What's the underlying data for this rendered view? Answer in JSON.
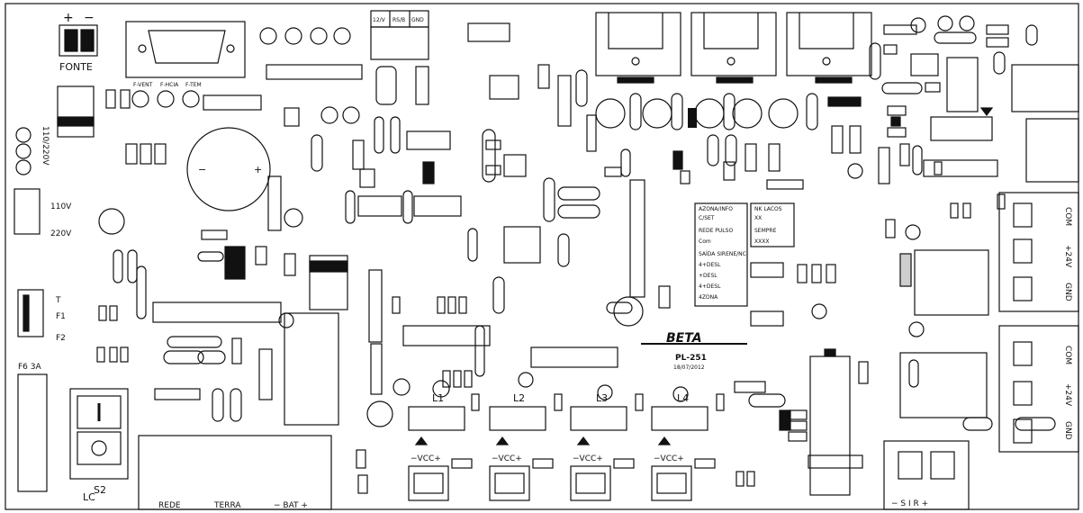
{
  "labels": {
    "fonte": "FONTE",
    "plus": "+",
    "minus": "−",
    "v110_220": "110/220V",
    "v110": "110V",
    "v220": "220V",
    "t": "T",
    "f1": "F1",
    "f2": "F2",
    "f6_3a": "F6  3A",
    "s2": "S2",
    "lc": "LC",
    "rede": "REDE",
    "terra": "TERRA",
    "bat": "−  BAT +",
    "sir": "−  S I R  +",
    "l1": "L1",
    "l2": "L2",
    "l3": "L3",
    "l4": "L4",
    "vcc": "−VCC+",
    "com_top": "COM",
    "v24_top": "+24V",
    "gnd_top": "GND",
    "com_bot": "COM",
    "v24_bot": "+24V",
    "gnd_bot": "GND",
    "model": "PL-251",
    "date": "18/07/2012",
    "brand": "BETA",
    "f_vent": "F-VENT",
    "f_hcia": "F-HCIA",
    "f_tem": "F-TEM",
    "conn_12v": "12/V",
    "conn_rs": "RS/B",
    "conn_gnd": "GND"
  },
  "jumper_block": {
    "rows": [
      "AZONA/INFO",
      "C/SET",
      "REDE PULSO",
      "Com",
      "SAÍDA SIRENE/NC",
      "4+DESL",
      "+DESL",
      "4+DESL",
      "4ZONA"
    ],
    "right_rows": [
      "NK LACOS",
      "XX",
      "SEMPRE",
      "XXXX"
    ]
  },
  "icons": [
    "battery-icon",
    "switch-icon",
    "transformer-icon"
  ]
}
